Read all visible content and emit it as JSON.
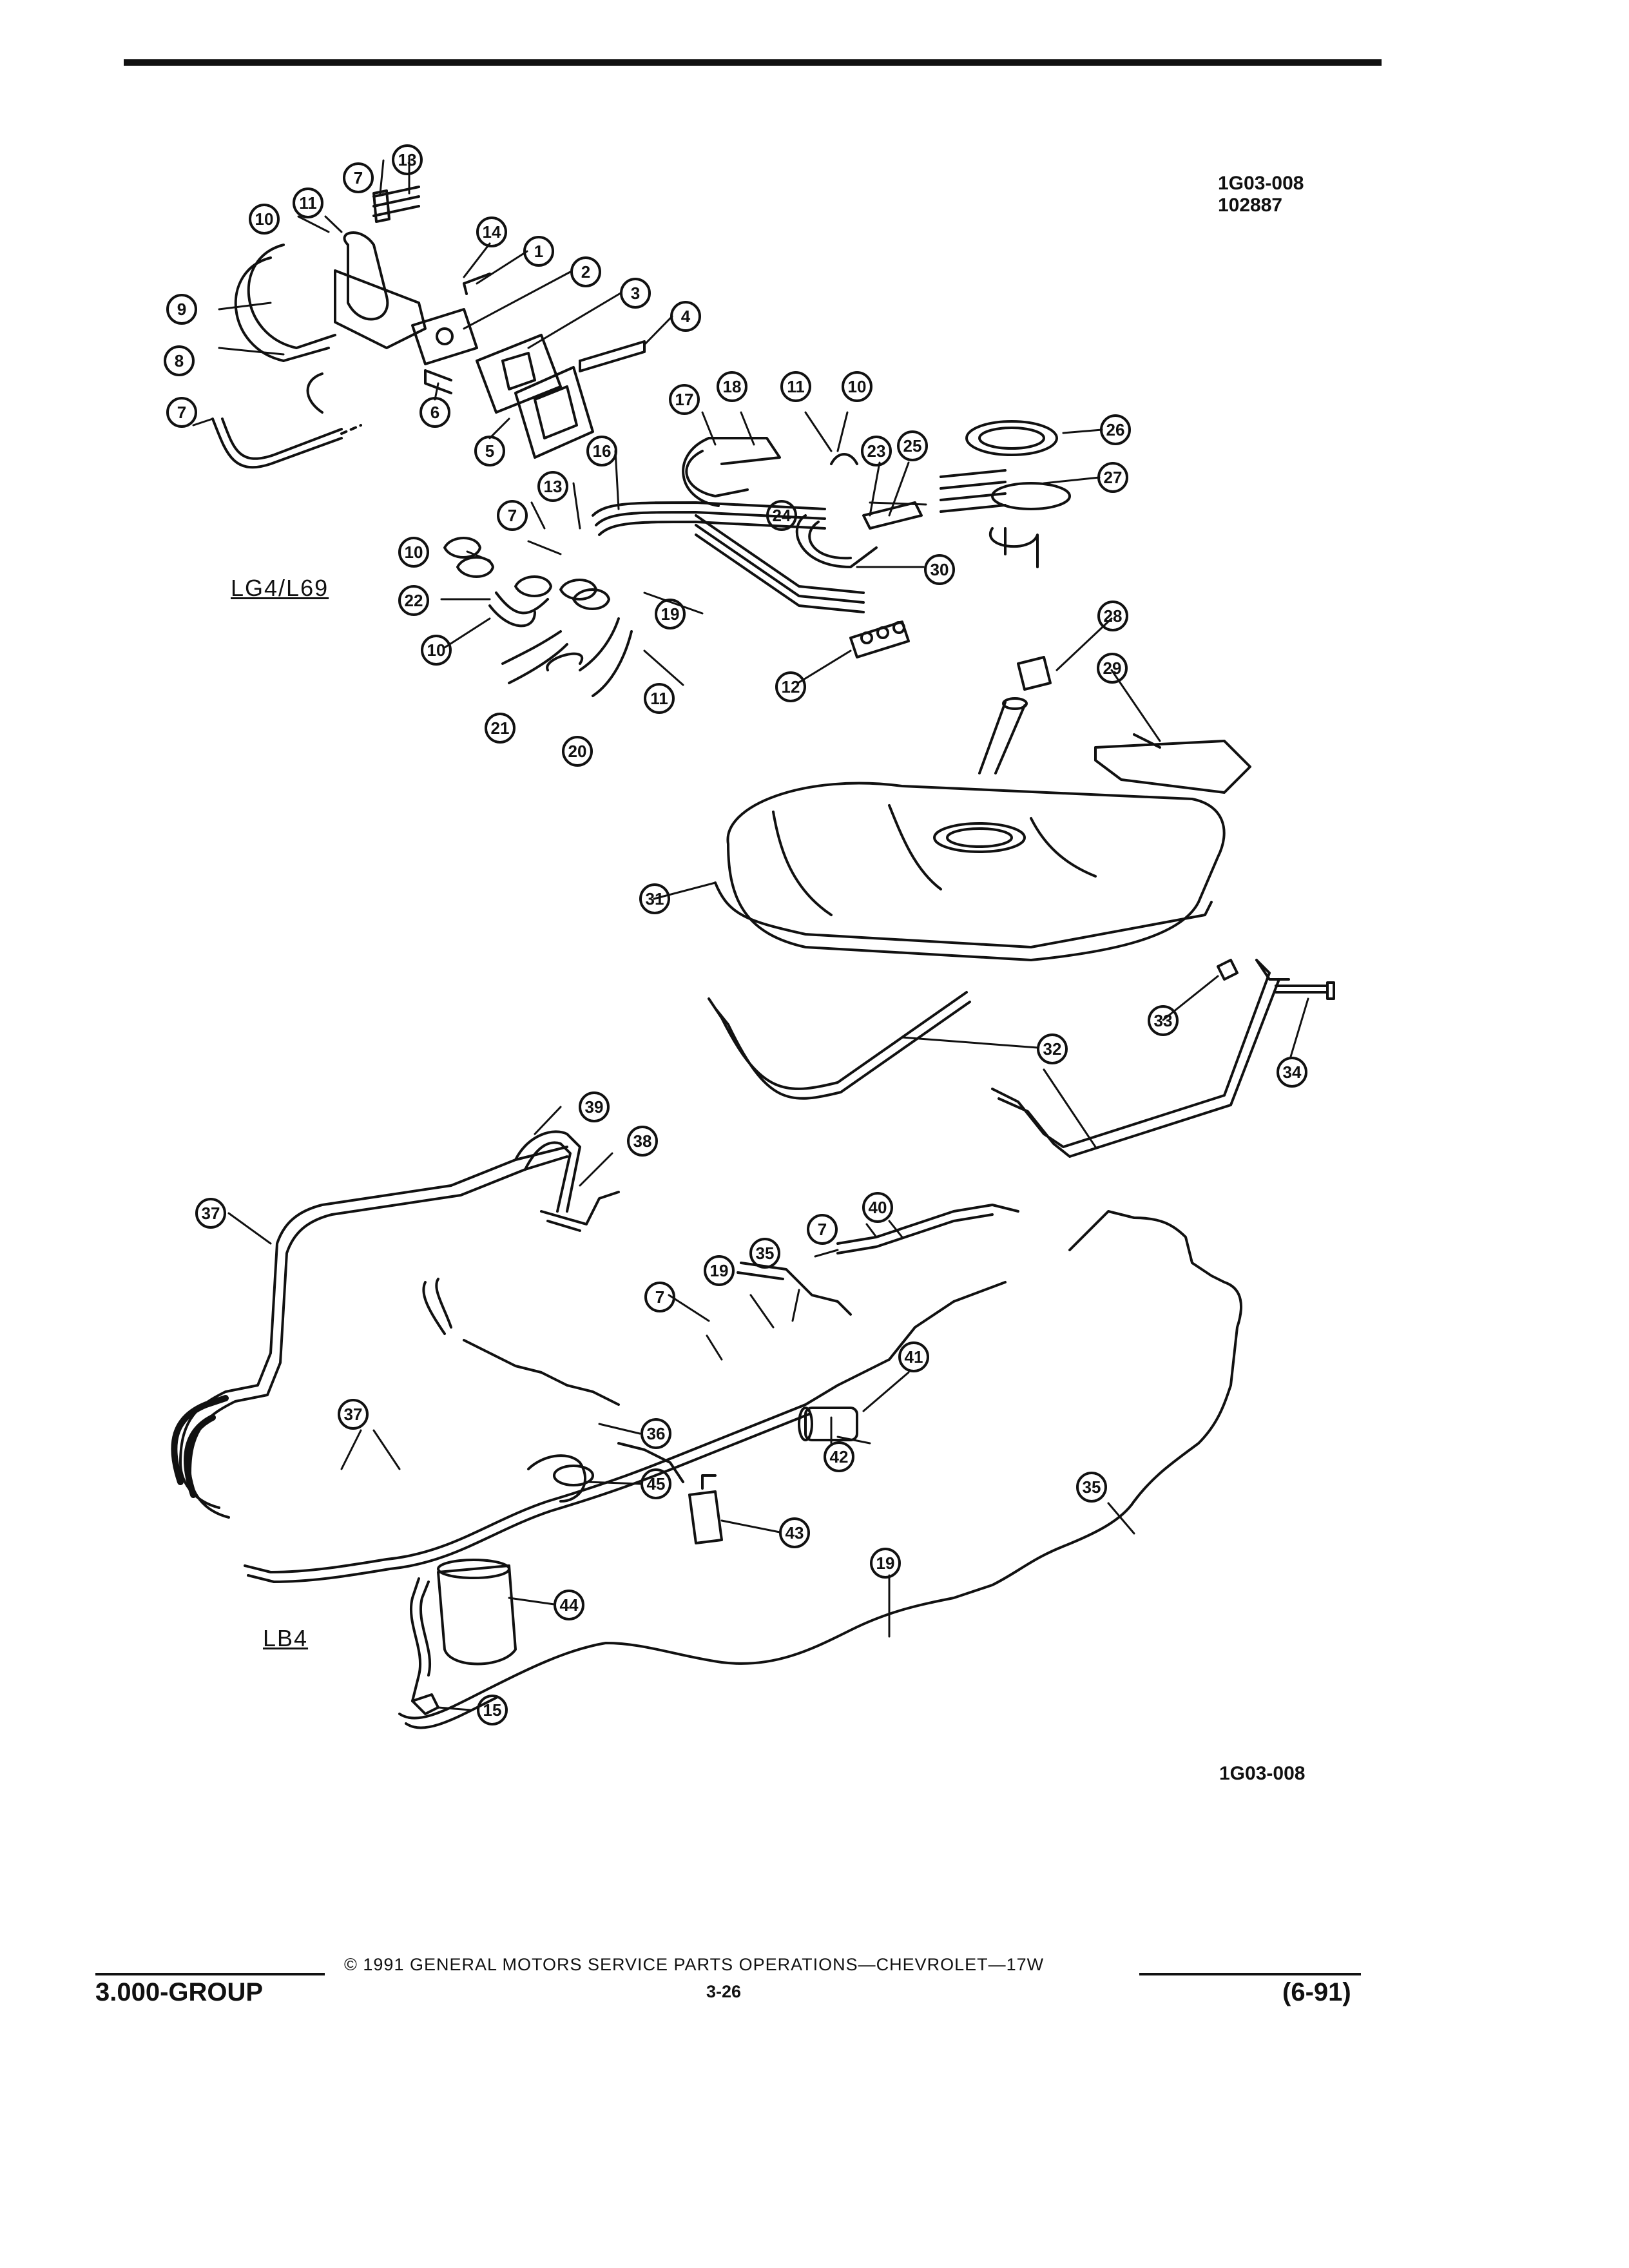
{
  "header": {
    "ref_code": "1G03-008",
    "ref_date": "102887"
  },
  "variants": {
    "upper": "LG4/L69",
    "lower": "LB4"
  },
  "diagram_ref_bottom": "1G03-008",
  "callouts": {
    "c1": "1",
    "c2": "2",
    "c3": "3",
    "c4": "4",
    "c5": "5",
    "c6": "6",
    "c7a": "7",
    "c7b": "7",
    "c7c": "7",
    "c7d": "7",
    "c7e": "7",
    "c8": "8",
    "c9": "9",
    "c10a": "10",
    "c10b": "10",
    "c10c": "10",
    "c10d": "10",
    "c11a": "11",
    "c11b": "11",
    "c11c": "11",
    "c12": "12",
    "c13a": "13",
    "c13b": "13",
    "c14": "14",
    "c15": "15",
    "c16": "16",
    "c17": "17",
    "c18": "18",
    "c19a": "19",
    "c19b": "19",
    "c19c": "19",
    "c20": "20",
    "c21": "21",
    "c22": "22",
    "c23": "23",
    "c24": "24",
    "c25": "25",
    "c26": "26",
    "c27": "27",
    "c28": "28",
    "c29": "29",
    "c30": "30",
    "c31": "31",
    "c32": "32",
    "c33": "33",
    "c34": "34",
    "c35a": "35",
    "c35b": "35",
    "c36": "36",
    "c37a": "37",
    "c37b": "37",
    "c38": "38",
    "c39": "39",
    "c40": "40",
    "c41": "41",
    "c42": "42",
    "c43": "43",
    "c44": "44",
    "c45": "45"
  },
  "footer": {
    "group": "3.000-GROUP",
    "copyright": "© 1991 GENERAL MOTORS SERVICE PARTS OPERATIONS—CHEVROLET—17W",
    "page": "3-26",
    "revision": "(6-91)"
  }
}
